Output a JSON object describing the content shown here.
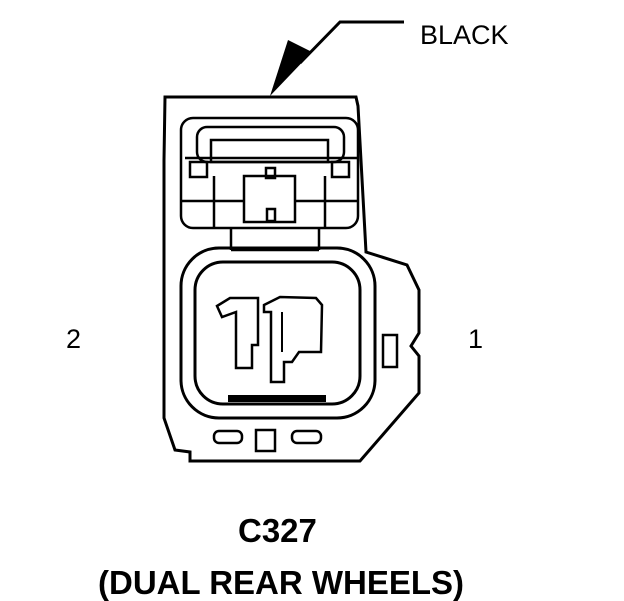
{
  "connector": {
    "color_label": "BLACK",
    "pin_left": "2",
    "pin_right": "1",
    "id": "C327",
    "description": "(DUAL REAR WHEELS)"
  }
}
